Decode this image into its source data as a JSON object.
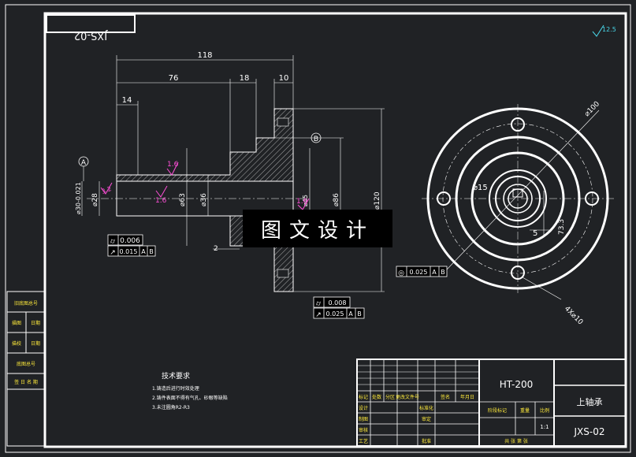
{
  "drawing": {
    "code_mirrored": "JXS-02",
    "surface_finish": "12.5",
    "watermark": "图文设计"
  },
  "dimensions": {
    "d118": "118",
    "d76": "76",
    "d18": "18",
    "d10": "10",
    "d14": "14",
    "d30": "⌀30-0.021",
    "d28": "⌀28",
    "d63": "⌀63",
    "d36": "⌀36",
    "d86": "⌀86",
    "d120": "⌀120",
    "d45": "⌀45",
    "d2": "2",
    "d100": "⌀100",
    "d15": "⌀15",
    "d5": "5",
    "d73": "73.3",
    "holes": "4X⌀10"
  },
  "surface_marks": {
    "r1": "1.6",
    "r2": "1.6",
    "r3": "1.6",
    "r4": "3.2"
  },
  "datums": {
    "a": "A",
    "b": "B"
  },
  "tolerances": {
    "t1_val": "0.006",
    "t2_val": "0.015",
    "t2_ref1": "A",
    "t2_ref2": "B",
    "t3_val": "0.025",
    "t3_ref1": "A",
    "t3_ref2": "B",
    "t4_val": "0.008",
    "t5_val": "0.025",
    "t5_ref1": "A",
    "t5_ref2": "B"
  },
  "notes": {
    "title": "技术要求",
    "l1": "1.铸造后进行时效处理",
    "l2": "2.铸件表面不得有气孔、砂眼等缺陷",
    "l3": "3.未注圆角R2-R3"
  },
  "left_table": {
    "r1": "旧底图总号",
    "r2a": "描图",
    "r2b": "日期",
    "r3a": "描校",
    "r3b": "日期",
    "r4": "底图总号",
    "r5": "签 日 名 期"
  },
  "title_block": {
    "material": "HT-200",
    "part_name": "上轴承",
    "drawing_no": "JXS-02",
    "h1": "标记",
    "h2": "处数",
    "h3": "分区",
    "h4": "更改文件号",
    "h5": "签名",
    "h6": "年月日",
    "design": "设计",
    "draw": "制图",
    "check": "审核",
    "proc": "工艺",
    "std": "标准化",
    "approve": "审定",
    "ratify": "批准",
    "stage": "阶段标记",
    "weight": "重量",
    "scale": "比例",
    "scale_val": "1:1",
    "sheets": "共   张 第   张"
  }
}
